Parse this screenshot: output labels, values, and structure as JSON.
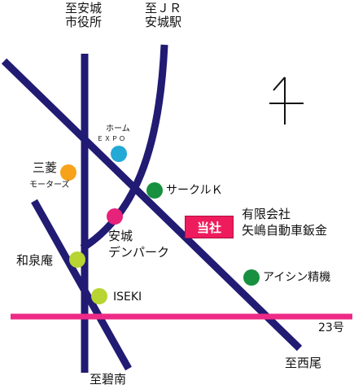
{
  "colors": {
    "road": "#211b73",
    "route23": "#ee2a86",
    "badge_bg": "#ee1c5d",
    "orange": "#f7a21b",
    "cyan": "#22a9d6",
    "magenta": "#e6227a",
    "green": "#17903f",
    "yellowgreen": "#b7d432"
  },
  "directions": {
    "anjo_city_hall": "至安城\n市役所",
    "jr_anjo_station": "至ＪＲ\n安城駅",
    "hekinan": "至碧南",
    "nishio": "至西尾"
  },
  "route_label": "23号",
  "company": {
    "badge": "当社",
    "name": "有限会社\n矢嶋自動車鈑金"
  },
  "landmarks": {
    "expo": {
      "title": "ホーム",
      "subtitle": "ＥＸＰＯ",
      "icon": "cyan-dot"
    },
    "mitsubishi": {
      "title": "三菱",
      "subtitle": "モーターズ",
      "icon": "orange-dot"
    },
    "circle_k": {
      "label": "サークルＫ",
      "icon": "green-dot"
    },
    "anjo_denpark": {
      "label": "安城\nデンパーク",
      "icon": "magenta-dot"
    },
    "waizumian": {
      "label": "和泉庵",
      "icon": "yellowgreen-dot"
    },
    "iseki": {
      "label": "ISEKI",
      "icon": "yellowgreen-dot"
    },
    "aisin": {
      "label": "アイシン精機",
      "icon": "green-dot"
    }
  },
  "north_symbol": "north-arrow-icon"
}
